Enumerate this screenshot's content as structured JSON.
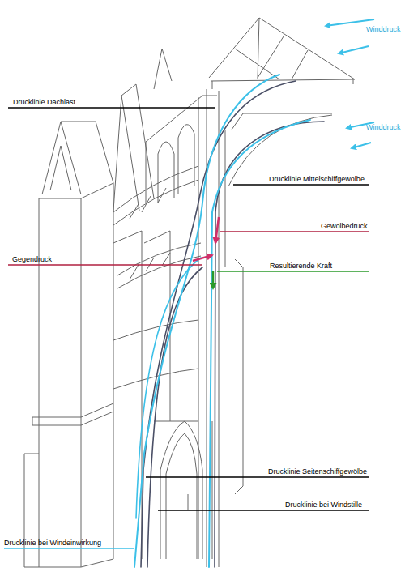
{
  "diagram": {
    "labels": [
      "Winddruck",
      "Drucklinie Dachlast",
      "Winddruck",
      "Drucklinie Mittelschiffgewölbe",
      "Gewölbedruck",
      "Gegendruck",
      "Resultierende Kraft",
      "Drucklinie Seitenschiffgewölbe",
      "Drucklinie bei Windstille",
      "Drucklinie bei Windeinwirkung"
    ]
  }
}
